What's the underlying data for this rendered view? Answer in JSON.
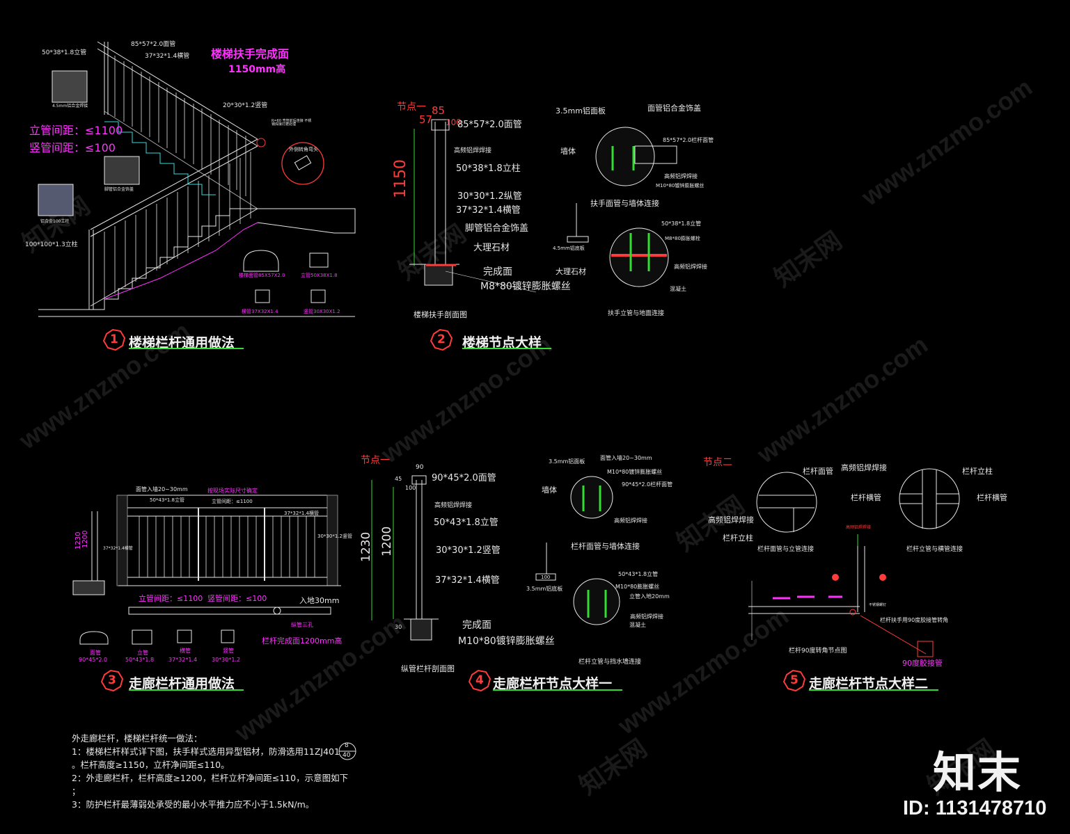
{
  "watermark": {
    "site": "www.znzmo.com",
    "brand": "知末",
    "brand_net": "知末网",
    "id_text": "ID: 1131478710"
  },
  "colors": {
    "background": "#000000",
    "lines": "#e8e8e8",
    "magenta": "#ff33ff",
    "red": "#ff3b3b",
    "green": "#33dd33",
    "cyan": "#33dddd"
  },
  "sections": [
    {
      "number": "1",
      "title": "楼梯栏杆通用做法"
    },
    {
      "number": "2",
      "title": "楼梯节点大样"
    },
    {
      "number": "3",
      "title": "走廊栏杆通用做法"
    },
    {
      "number": "4",
      "title": "走廊栏杆节点大样一"
    },
    {
      "number": "5",
      "title": "走廊栏杆节点大样二"
    }
  ],
  "s1": {
    "heading1": "楼梯扶手完成面",
    "heading2": "1150mm高",
    "spacing1": "立管间距：≤1100",
    "spacing2": "竖管间距：≤100",
    "labels": {
      "post": "50*38*1.8立管",
      "top": "85*57*2.0面管",
      "rail": "37*32*1.4横管",
      "vert": "20*30*1.2竖管",
      "newel": "100*100*1.3立柱",
      "photo1": "4.5mm铝合金焊接",
      "photo2": "脚管铝合金饰盖",
      "photo3": "铝合金100立柱",
      "detail": "外侧转角弯头",
      "note": "R=60 弯管前后连接 不锈钢焊接打磨处理"
    },
    "profiles": [
      {
        "label": "楼梯面管85X57X2.0"
      },
      {
        "label": "立管50X38X1.8"
      },
      {
        "label": "横管37X32X1.4"
      },
      {
        "label": "竖管30X30X1.2"
      }
    ]
  },
  "s2": {
    "node": "节点一",
    "dims": [
      "57",
      "85",
      "100",
      "1150"
    ],
    "labels": [
      "85*57*2.0面管",
      "高频铝焊焊接",
      "50*38*1.8立柱",
      "30*30*1.2纵管",
      "37*32*1.4横管",
      "脚管铝合金饰盖",
      "大理石材",
      "完成面",
      "M8*80镀锌膨胀螺丝"
    ],
    "caption": "楼梯扶手剖面图",
    "d1": {
      "a": "3.5mm铝面板",
      "b": "面管铝合金饰盖",
      "c": "墙体",
      "d": "85*57*2.0栏杆面管",
      "e": "高频铝焊焊接",
      "f": "M10*80镀锌膨胀螺丝",
      "caption": "扶手面管与墙体连接"
    },
    "d2": {
      "a": "50*38*1.8立管",
      "b": "M8*80膨胀螺栓",
      "c": "4.5mm铝底板",
      "d": "大理石材",
      "e": "高频铝焊焊接",
      "f": "混凝土",
      "caption": "扶手立管与地面连接"
    }
  },
  "s3": {
    "top1": "面管入墙20~30mm",
    "top2": "按现场实际尺寸确定",
    "top3": "50*43*1.8立管",
    "top4": "立管间距：≤1100",
    "top5": "37*32*1.4横管",
    "right": "30*30*1.2竖管",
    "left": "37*32*1.4横管",
    "dims": [
      "1230",
      "1200"
    ],
    "spacing1": "立管间距：≤1100",
    "spacing2": "竖管间距：≤100",
    "embed": "入地30mm",
    "done": "栏杆完成面1200mm高",
    "tag": "纵管三孔",
    "profiles": [
      {
        "name": "面管",
        "size": "90*45*2.0"
      },
      {
        "name": "立管",
        "size": "50*43*1.8"
      },
      {
        "name": "横管",
        "size": "37*32*1.4"
      },
      {
        "name": "竖管",
        "size": "30*30*1.2"
      }
    ]
  },
  "s4": {
    "node": "节点一",
    "dims": [
      "90",
      "45",
      "100",
      "1230",
      "1200",
      "30"
    ],
    "labels": [
      "90*45*2.0面管",
      "高频铝焊焊接",
      "50*43*1.8立管",
      "30*30*1.2竖管",
      "37*32*1.4横管",
      "完成面",
      "M10*80镀锌膨胀螺丝"
    ],
    "caption": "纵管栏杆剖面图",
    "d1": {
      "a": "3.5mm铝面板",
      "b": "面管入墙20~30mm",
      "c": "M10*80镀锌膨胀螺丝",
      "d": "90*45*2.0栏杆面管",
      "e": "墙体",
      "f": "高频铝焊焊接",
      "caption": "栏杆面管与墙体连接"
    },
    "d2": {
      "a": "50*43*1.8立管",
      "b": "M10*80膨胀螺丝",
      "c": "立管入地20mm",
      "d": "3.5mm铝底板",
      "e": "高频铝焊焊接",
      "f": "混凝土",
      "caption": "栏杆立管与挡水墙连接",
      "dim": "100"
    }
  },
  "s5": {
    "node": "节点二",
    "labels": [
      "栏杆面管",
      "高频铝焊焊接",
      "栏杆立柱",
      "栏杆立柱",
      "栏杆横管",
      "栏杆横管",
      "高频铝焊焊接"
    ],
    "cap1": "栏杆面管与立管连接",
    "cap2": "栏杆立管与横管连接",
    "cap3": "栏杆90度转角节点图",
    "cap4": "栏杆扶手用90度胶接管转角",
    "cap5": "90度胶接管",
    "small1": "高频铝焊焊接",
    "small2": "不锈钢螺钉"
  },
  "notes": {
    "l1": "外走廊栏杆，楼梯栏杆统一做法：",
    "l2": "1：楼梯栏杆样式详下图，扶手样式选用异型铝材，防滑选用11ZJ401",
    "l3": "。栏杆高度≥1150，立杆净间距≤110。",
    "l4": "2：外走廊栏杆，栏杆高度≥1200，栏杆立杆净间距≤110，示意图如下",
    "l5": "；",
    "l6": "3：防护栏杆最薄弱处承受的最小水平推力应不小于1.5kN/m。",
    "ref_top": "8",
    "ref_bot": "40"
  }
}
